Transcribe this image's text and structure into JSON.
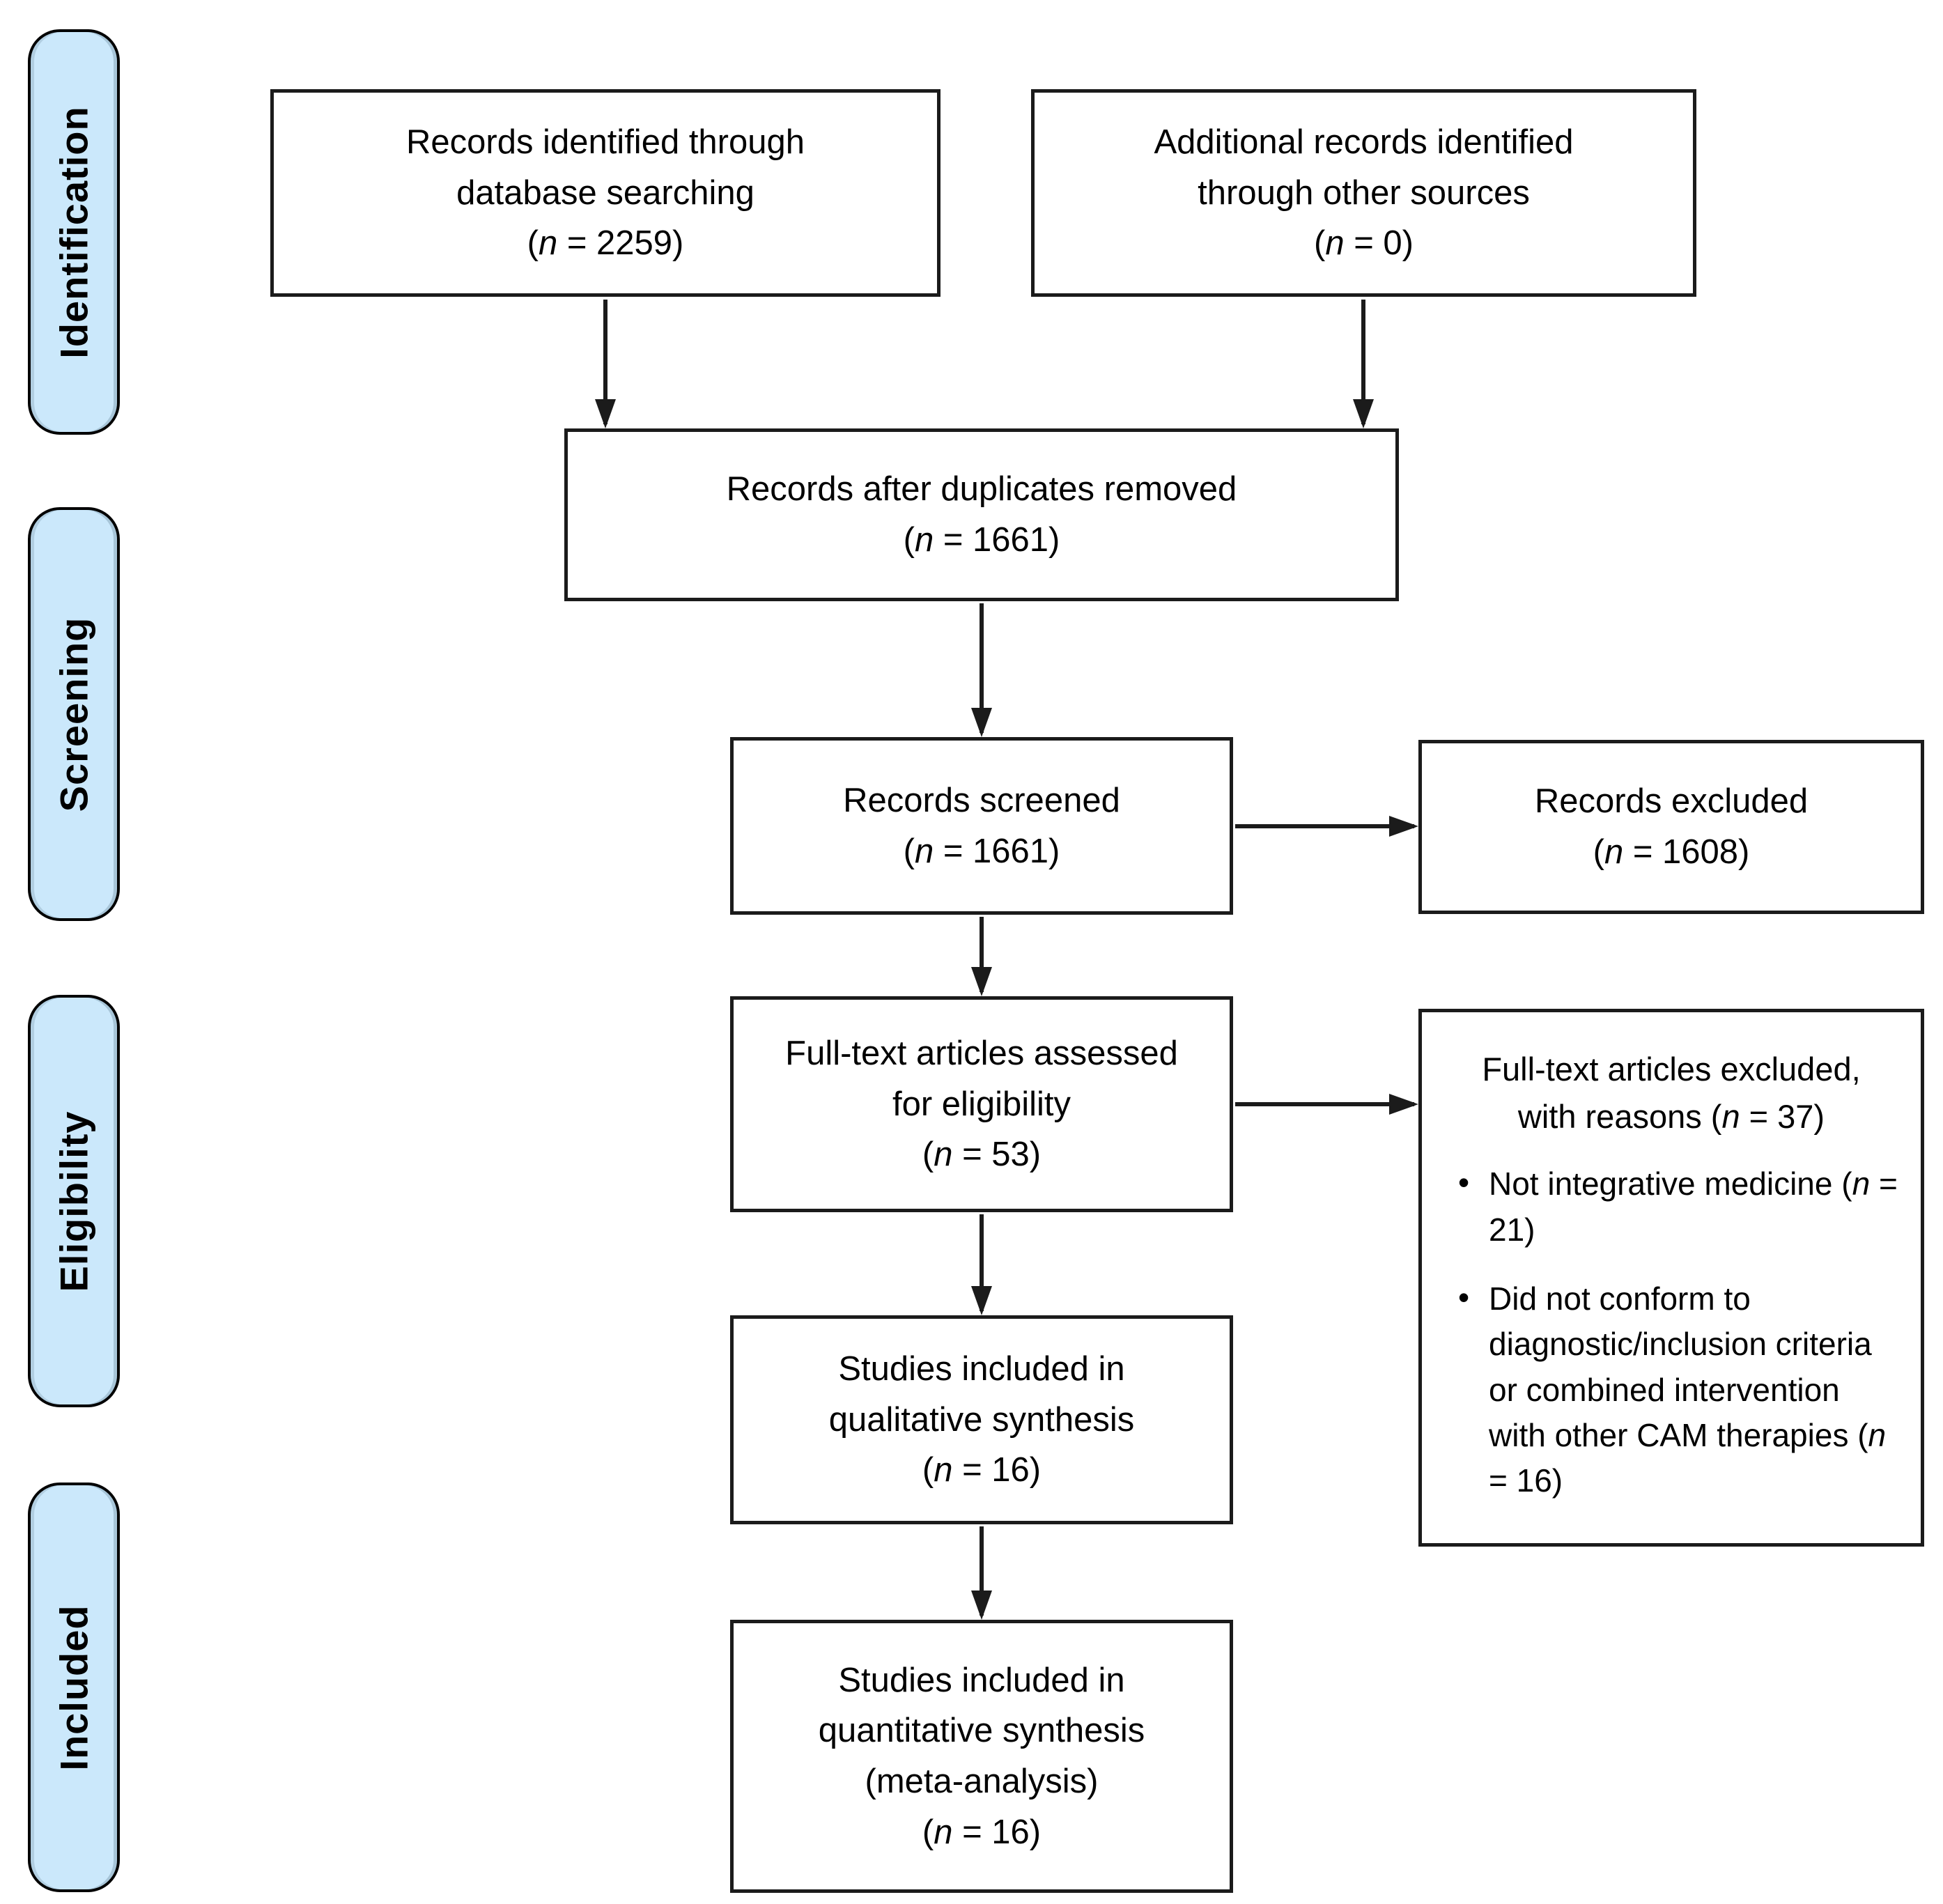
{
  "colors": {
    "pill_fill": "#cbe8fb",
    "line_color": "#1b1b1b"
  },
  "sidebar": {
    "labels": [
      {
        "label": "Identification"
      },
      {
        "label": "Screening"
      },
      {
        "label": "Eligibility"
      },
      {
        "label": "Included"
      }
    ]
  },
  "boxes": {
    "identified": {
      "lines": [
        "Records identified through",
        "database searching"
      ],
      "count": {
        "pre": "(",
        "var": "n",
        "post": " = 2259)"
      }
    },
    "additional": {
      "lines": [
        "Additional records identified",
        "through other sources"
      ],
      "count": {
        "pre": "(",
        "var": "n",
        "post": " = 0)"
      }
    },
    "deduplicated": {
      "lines": [
        "Records after duplicates removed"
      ],
      "count": {
        "pre": "(",
        "var": "n",
        "post": " = 1661)"
      }
    },
    "screened": {
      "lines": [
        "Records screened"
      ],
      "count": {
        "pre": "(",
        "var": "n",
        "post": " = 1661)"
      }
    },
    "records_excluded": {
      "lines": [
        "Records excluded"
      ],
      "count": {
        "pre": "(",
        "var": "n",
        "post": " = 1608)"
      }
    },
    "fulltext_assessed": {
      "lines": [
        "Full-text articles assessed",
        "for eligibility"
      ],
      "count": {
        "pre": "(",
        "var": "n",
        "post": " = 53)"
      }
    },
    "fulltext_excluded": {
      "heading_line1": "Full-text articles excluded,",
      "heading_line2": {
        "pre": "with reasons (",
        "var": "n",
        "post": " = 37)"
      },
      "bullets": [
        {
          "pre": "Not integrative medicine (",
          "var": "n",
          "post": " = 21)"
        },
        {
          "pre": "Did not conform to diagnostic/inclusion criteria or combined intervention with other CAM therapies (",
          "var": "n",
          "post": " = 16)"
        }
      ]
    },
    "qualitative": {
      "lines": [
        "Studies included in",
        "qualitative synthesis"
      ],
      "count": {
        "pre": "(",
        "var": "n",
        "post": " = 16)"
      }
    },
    "quantitative": {
      "lines": [
        "Studies included in",
        "quantitative synthesis",
        "(meta-analysis)"
      ],
      "count": {
        "pre": "(",
        "var": "n",
        "post": " = 16)"
      }
    }
  }
}
